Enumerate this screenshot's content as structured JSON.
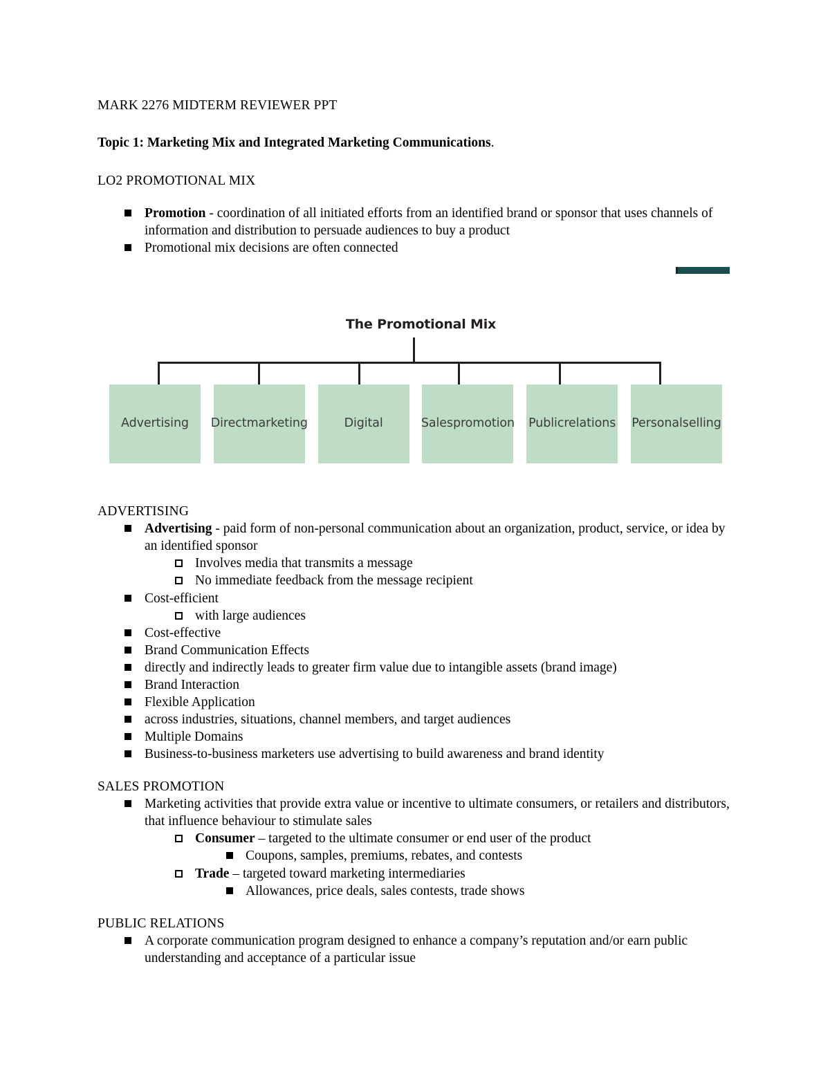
{
  "document": {
    "title": "MARK 2276 MIDTERM REVIEWER PPT",
    "topic_heading": "Topic 1: Marketing Mix and Integrated Marketing Communications",
    "topic_heading_trail": ".",
    "lo_heading": "LO2 PROMOTIONAL MIX",
    "accent_color": "#1b4f4f",
    "box_color": "#bfddc5"
  },
  "promotion_bullets": [
    {
      "bold": "Promotion",
      "text": " - coordination of all initiated efforts from an identified brand or sponsor that uses channels of information and distribution to persuade audiences to buy a product"
    },
    {
      "bold": "",
      "text": "Promotional mix decisions are often connected"
    }
  ],
  "diagram": {
    "title": "The Promotional Mix",
    "nodes": [
      {
        "label": "Advertising"
      },
      {
        "label": "Direct\nmarketing"
      },
      {
        "label": "Digital"
      },
      {
        "label": "Sales\npromotion"
      },
      {
        "label": "Public\nrelations"
      },
      {
        "label": "Personal\nselling"
      }
    ]
  },
  "sections": [
    {
      "heading": "ADVERTISING",
      "items": [
        {
          "level": 1,
          "bold": "Advertising",
          "text": " - paid form of non-personal communication about an organization, product, service, or idea by an identified sponsor"
        },
        {
          "level": 2,
          "bold": "",
          "text": "Involves media that transmits a message"
        },
        {
          "level": 2,
          "bold": "",
          "text": "No immediate feedback from the message recipient"
        },
        {
          "level": 1,
          "bold": "",
          "text": "Cost-efficient"
        },
        {
          "level": 2,
          "bold": "",
          "text": "with large audiences"
        },
        {
          "level": 1,
          "bold": "",
          "text": "Cost-effective"
        },
        {
          "level": 1,
          "bold": "",
          "text": "Brand Communication Effects"
        },
        {
          "level": 1,
          "bold": "",
          "text": "directly and indirectly leads to greater firm value due to intangible assets (brand image)"
        },
        {
          "level": 1,
          "bold": "",
          "text": "Brand Interaction"
        },
        {
          "level": 1,
          "bold": "",
          "text": "Flexible Application"
        },
        {
          "level": 1,
          "bold": "",
          "text": "across industries, situations, channel members, and target audiences"
        },
        {
          "level": 1,
          "bold": "",
          "text": "Multiple Domains"
        },
        {
          "level": 1,
          "bold": "",
          "text": "Business-to-business marketers use advertising to build awareness and brand identity"
        }
      ]
    },
    {
      "heading": "SALES PROMOTION",
      "items": [
        {
          "level": 1,
          "bold": "",
          "text": "Marketing activities that provide extra value or incentive to ultimate consumers, or retailers and distributors, that influence behaviour to stimulate sales"
        },
        {
          "level": 2,
          "bold": "Consumer",
          "text": " – targeted to the ultimate consumer or end user of the product"
        },
        {
          "level": 3,
          "bold": "",
          "text": "Coupons, samples, premiums, rebates, and contests"
        },
        {
          "level": 2,
          "bold": "Trade",
          "text": " – targeted toward marketing intermediaries"
        },
        {
          "level": 3,
          "bold": "",
          "text": "Allowances, price deals, sales contests, trade shows"
        }
      ]
    },
    {
      "heading": "PUBLIC RELATIONS",
      "items": [
        {
          "level": 1,
          "bold": "",
          "text": "A corporate communication program designed to enhance a company’s reputation and/or earn public understanding and acceptance of a particular issue"
        }
      ]
    }
  ]
}
